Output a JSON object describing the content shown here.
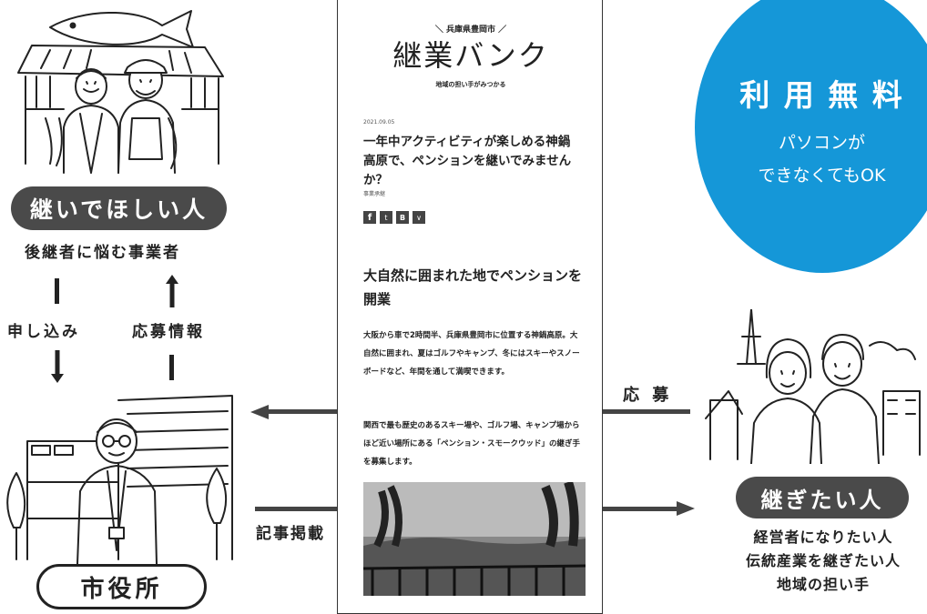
{
  "left": {
    "top_pill": "継いでほしい人",
    "top_sub": "後継者に悩む事業者",
    "flow_left": "申し込み",
    "flow_right": "応募情報",
    "bottom_pill": "市役所"
  },
  "arrows": {
    "apply": "応 募",
    "post": "記事掲載"
  },
  "article": {
    "header_small": "＼ 兵庫県豊岡市 ／",
    "logo": "継業バンク",
    "tagline": "地域の担い手がみつかる",
    "date": "2021.09.05",
    "title": "一年中アクティビティが楽しめる神鍋高原で、ペンションを継いでみませんか？",
    "author": "事業承継",
    "heading": "大自然に囲まれた地でペンションを開業",
    "para1": "大阪から車で2時間半、兵庫県豊岡市に位置する神鍋高原。大自然に囲まれ、夏はゴルフやキャンプ、冬にはスキーやスノーボードなど、年間を通して満喫できます。",
    "para2": "関西で最も歴史のあるスキー場や、ゴルフ場、キャンプ場からほど近い場所にある「ペンション・スモークウッド」の継ぎ手を募集します。",
    "share_icons": [
      "facebook-icon",
      "twitter-icon",
      "hatena-icon",
      "pocket-icon"
    ]
  },
  "badge": {
    "title": "利 用 無 料",
    "line1": "パソコンが",
    "line2": "できなくてもOK",
    "color": "#1597d8"
  },
  "right": {
    "pill": "継ぎたい人",
    "lines": [
      "経営者になりたい人",
      "伝統産業を継ぎたい人",
      "地域の担い手"
    ]
  }
}
